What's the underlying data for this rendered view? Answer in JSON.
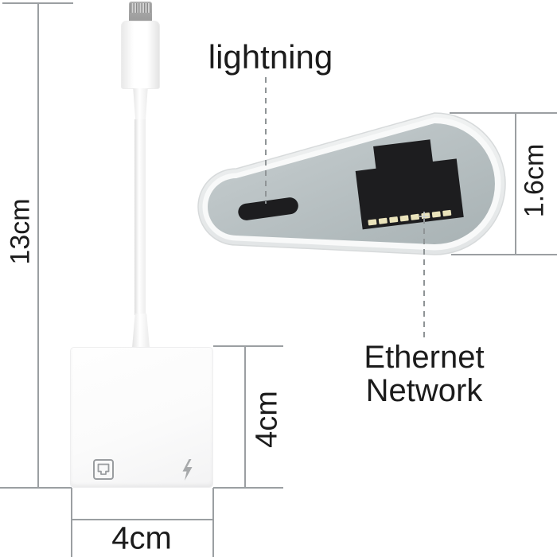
{
  "labels": {
    "lightning": "lightning",
    "ethernet_line1": "Ethernet",
    "ethernet_line2": "Network"
  },
  "dimensions": {
    "cable_length": "13cm",
    "box_width": "4cm",
    "box_height": "4cm",
    "adapter_thickness": "1.6cm"
  },
  "icons": {
    "ethernet_jack": "ethernet-jack-icon",
    "charging_bolt": "lightning-bolt-icon"
  },
  "colors": {
    "background": "#ffffff",
    "adapter_face": "#b7c0c2",
    "adapter_shell": "#e9ebec",
    "port_black": "#1d1d1f",
    "pin_gold": "#eae3bb",
    "dimension_line": "#9b9fa2",
    "dashed_line": "#8f9496",
    "text": "#1b1b1b",
    "icon_gray": "#a2a5a7"
  }
}
